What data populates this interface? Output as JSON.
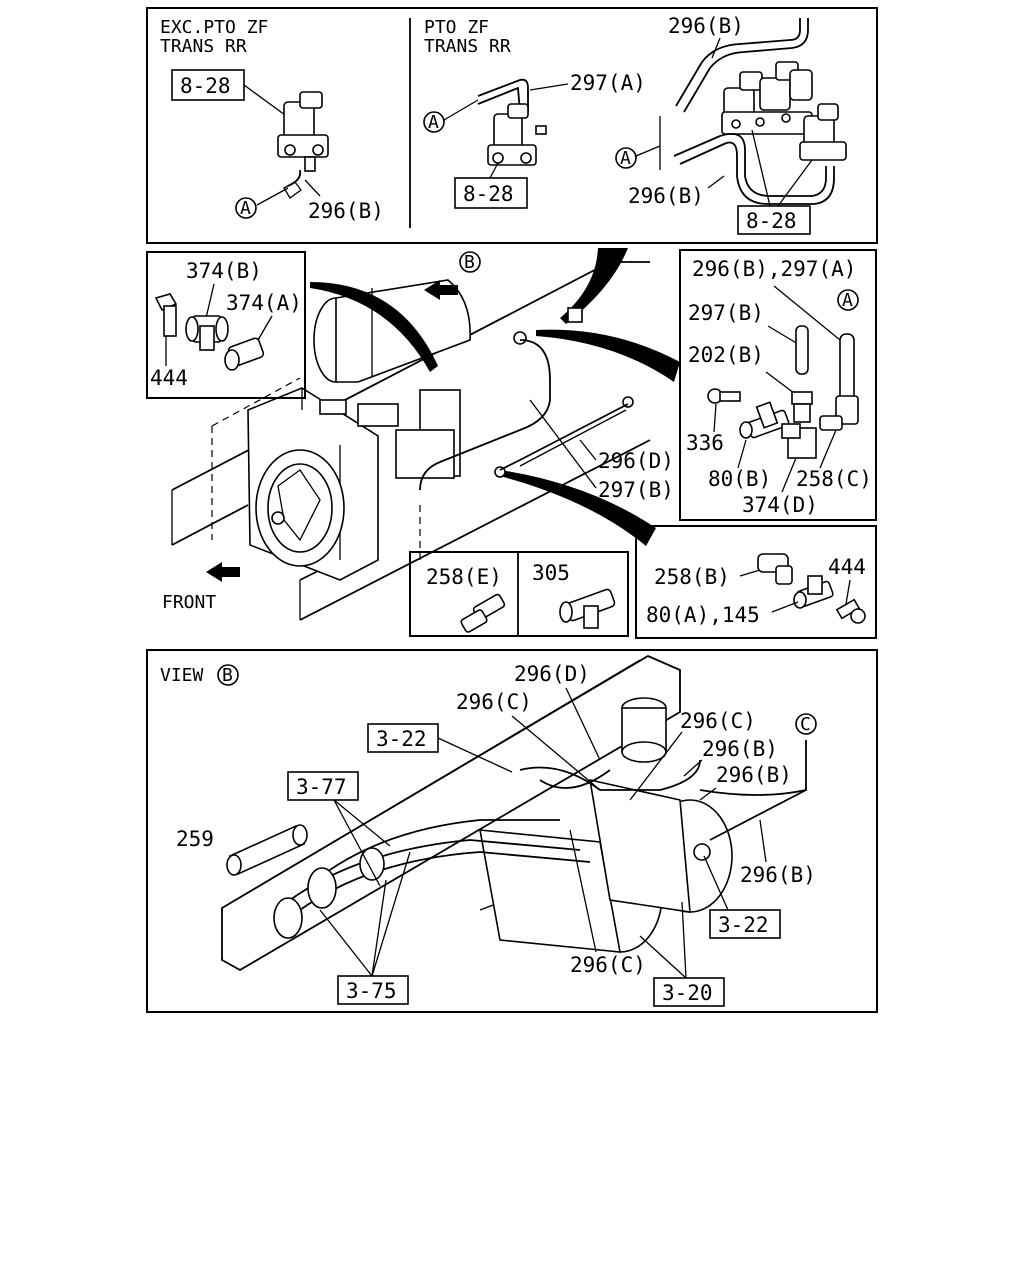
{
  "panels": {
    "top_left": {
      "title_line1": "EXC.PTO ZF",
      "title_line2": "TRANS RR",
      "ref_box": "8-28",
      "circle_a": "A",
      "label_hose": "296(B)"
    },
    "top_right": {
      "title_line1": "PTO ZF",
      "title_line2": "TRANS RR",
      "label_296b_top": "296(B)",
      "label_297a": "297(A)",
      "circle_a_1": "A",
      "circle_a_2": "A",
      "ref_box_1": "8-28",
      "ref_box_2": "8-28",
      "label_296b_bottom": "296(B)"
    },
    "main_view": {
      "circle_b": "B",
      "front_label": "FRONT",
      "label_296d": "296(D)",
      "label_297b": "297(B)"
    },
    "inset_fittings_left": {
      "label_374b": "374(B)",
      "label_374a": "374(A)",
      "label_444": "444"
    },
    "inset_fittings_right": {
      "label_296b_297a": "296(B),297(A)",
      "circle_a": "A",
      "label_297b": "297(B)",
      "label_202b": "202(B)",
      "label_336": "336",
      "label_80b": "80(B)",
      "label_258c": "258(C)",
      "label_374d": "374(D)"
    },
    "inset_258e": {
      "label": "258(E)"
    },
    "inset_305": {
      "label": "305"
    },
    "inset_tee": {
      "label_258b": "258(B)",
      "label_444": "444",
      "label_80a_145": "80(A),145"
    },
    "view_b": {
      "title": "VIEW",
      "circle_b": "B",
      "label_296d": "296(D)",
      "label_296c_1": "296(C)",
      "label_296c_2": "296(C)",
      "label_296b_1": "296(B)",
      "label_296b_2": "296(B)",
      "label_296b_3": "296(B)",
      "circle_c": "C",
      "ref_3_22_a": "3-22",
      "ref_3_77": "3-77",
      "label_259": "259",
      "ref_3_22_b": "3-22",
      "label_296c_3": "296(C)",
      "ref_3_75": "3-75",
      "ref_3_20": "3-20"
    }
  }
}
